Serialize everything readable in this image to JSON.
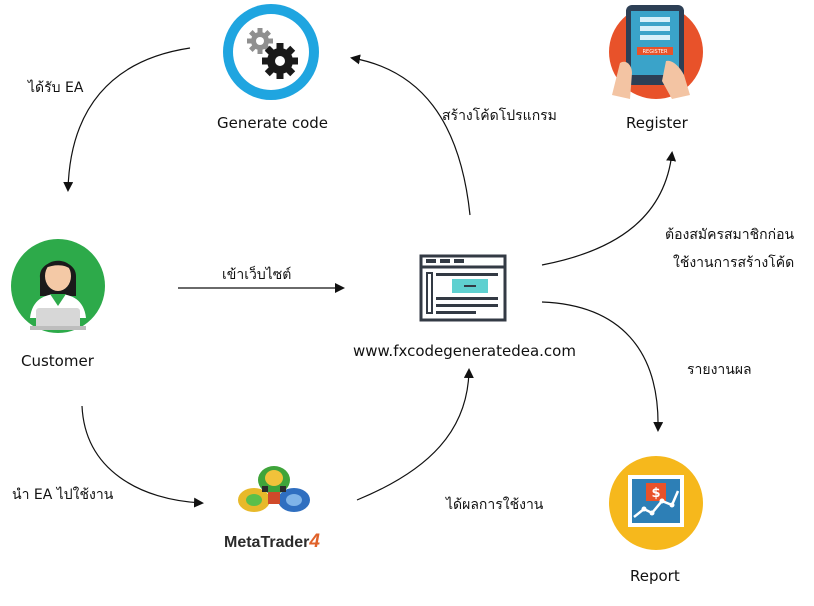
{
  "nodes": {
    "generate_code": {
      "label": "Generate code",
      "icon": "gears-icon"
    },
    "register": {
      "label": "Register",
      "icon": "register-tablet-icon",
      "badge_text": "REGISTER"
    },
    "customer": {
      "label": "Customer",
      "icon": "customer-avatar-icon"
    },
    "website": {
      "label": "www.fxcodegeneratedea.com",
      "icon": "webpage-icon"
    },
    "metatrader": {
      "label": "MetaTrader",
      "label_suffix": "4",
      "icon": "metatrader-logo-icon"
    },
    "report": {
      "label": "Report",
      "icon": "report-chart-icon",
      "badge_text": "$"
    }
  },
  "edges": {
    "receive_ea": "ได้รับ EA",
    "create_program": "สร้างโค้ดโปรแกรม",
    "must_register_line1": "ต้องสมัครสมาชิกก่อน",
    "must_register_line2": "ใช้งานการสร้างโค้ด",
    "visit_site": "เข้าเว็บไซต์",
    "report_result": "รายงานผล",
    "use_ea": "นำ EA ไปใช้งาน",
    "usage_result": "ได้ผลการใช้งาน"
  },
  "colors": {
    "generate_ring": "#1fa5e0",
    "register_bg": "#e8522a",
    "customer_bg": "#2daa4a",
    "report_bg": "#f6b81c",
    "website_accent": "#5fd0d0",
    "web_line": "#333a44"
  }
}
